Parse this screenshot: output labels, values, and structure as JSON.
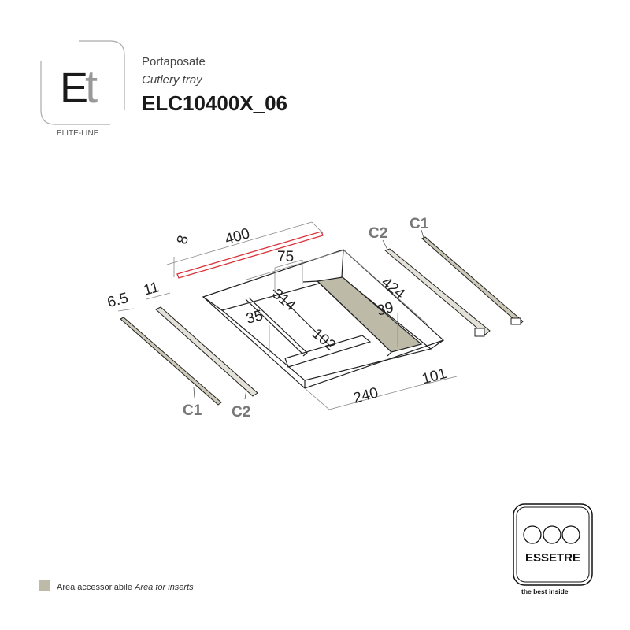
{
  "header": {
    "logo_letters": "Et",
    "brand_line": "ELITE-LINE",
    "name_it": "Portaposate",
    "name_en": "Cutlery tray",
    "code": "ELC10400X_06"
  },
  "drawing": {
    "dimensions": {
      "d400": "400",
      "d8": "8",
      "d75": "75",
      "d314": "314",
      "d35": "35",
      "d102": "102",
      "d424": "424",
      "d39": "39",
      "d240": "240",
      "d101": "101",
      "d6_5": "6.5",
      "d11": "11"
    },
    "part_labels": {
      "c1_left": "C1",
      "c2_left": "C2",
      "c1_right": "C1",
      "c2_right": "C2"
    },
    "colors": {
      "insert_area": "#bdbaa8",
      "highlight_bar": "#d9343a"
    }
  },
  "legend": {
    "label_it": "Area accessoriabile",
    "label_en": "Area for inserts"
  },
  "brand_logo": {
    "name": "ESSETRE",
    "tagline": "the best inside"
  }
}
